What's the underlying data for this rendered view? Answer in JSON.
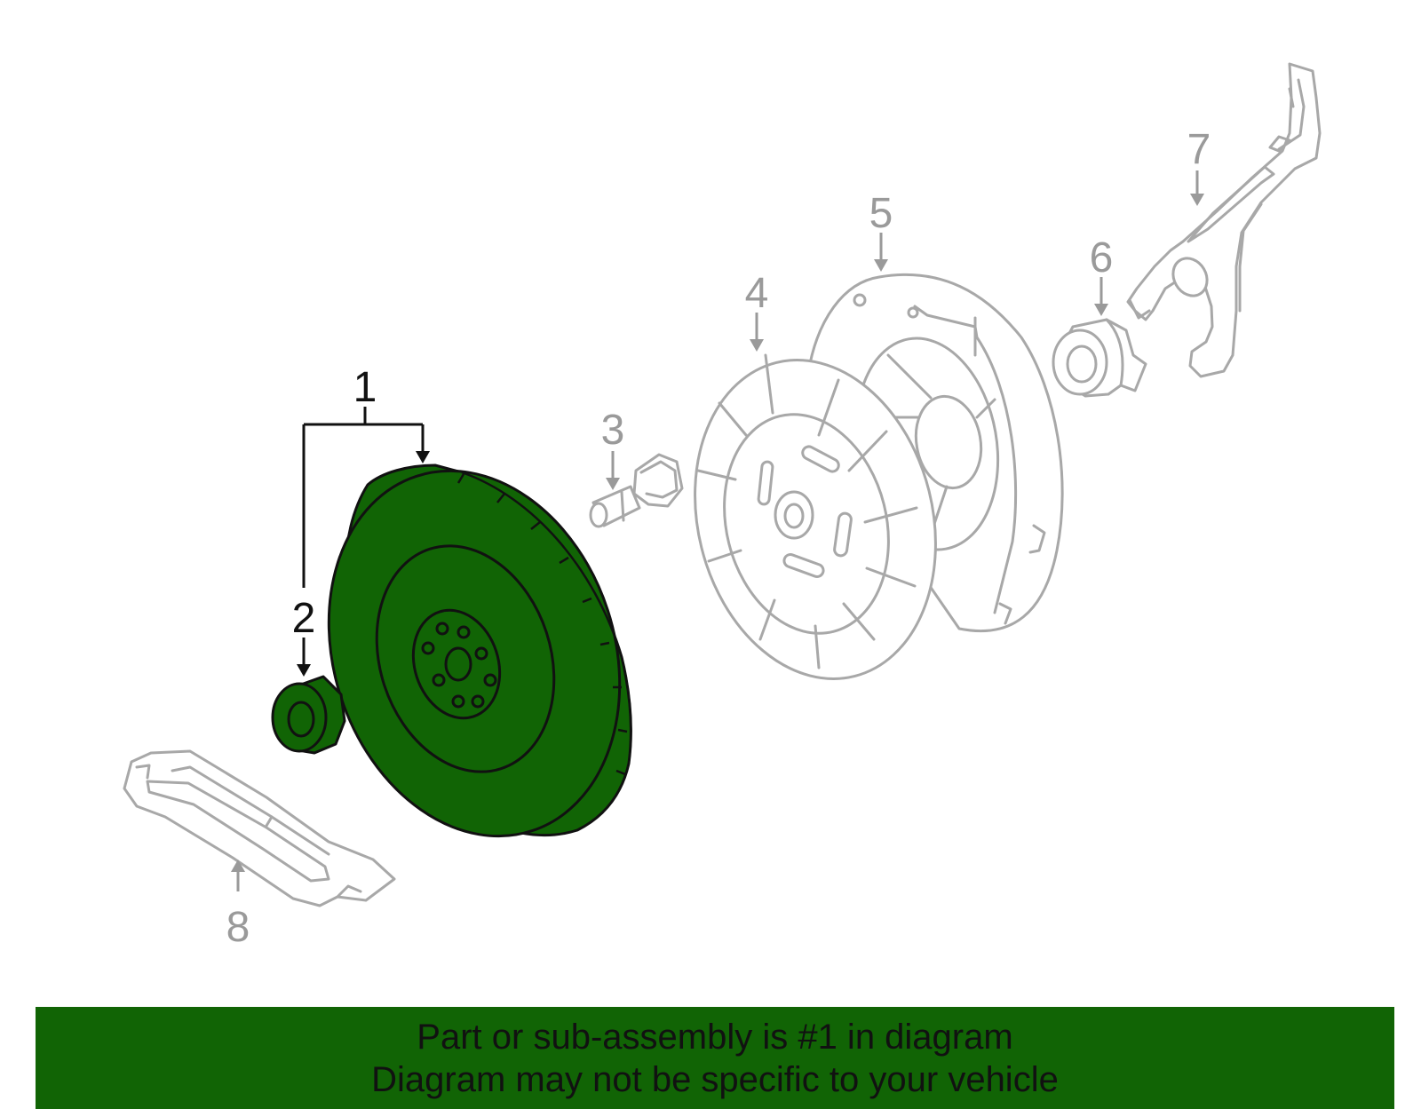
{
  "colors": {
    "highlight": "#116405",
    "outline_muted": "#a8a8a8",
    "callout_muted": "#9a9a9a",
    "ink": "#111111"
  },
  "callouts": [
    {
      "id": "1",
      "label": "1",
      "highlighted": true
    },
    {
      "id": "2",
      "label": "2",
      "highlighted": true
    },
    {
      "id": "3",
      "label": "3",
      "highlighted": false
    },
    {
      "id": "4",
      "label": "4",
      "highlighted": false
    },
    {
      "id": "5",
      "label": "5",
      "highlighted": false
    },
    {
      "id": "6",
      "label": "6",
      "highlighted": false
    },
    {
      "id": "7",
      "label": "7",
      "highlighted": false
    },
    {
      "id": "8",
      "label": "8",
      "highlighted": false
    }
  ],
  "banner": {
    "line1": "Part or sub-assembly is #1 in diagram",
    "line2": "Diagram may not be specific to your vehicle"
  }
}
